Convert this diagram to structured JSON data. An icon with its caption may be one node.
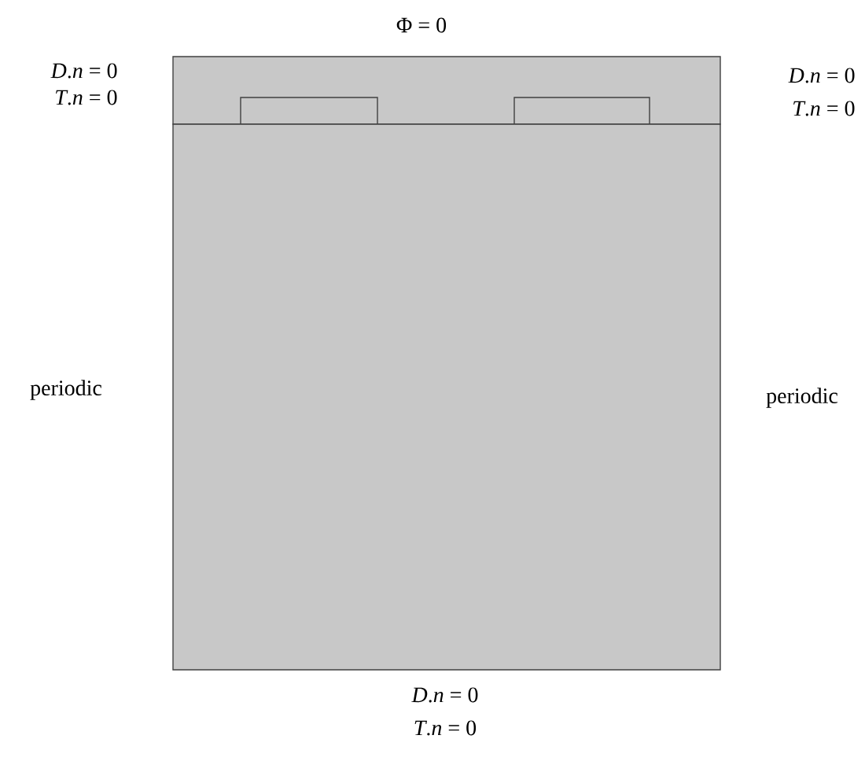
{
  "diagram": {
    "nodes": [
      {
        "text": [],
        "shape": "box"
      },
      {
        "text": [],
        "shape": "box",
        "in": 0
      },
      {
        "text": [],
        "shape": "box",
        "in": 0
      },
      {
        "text": [],
        "shape": "box"
      }
    ],
    "labels": [
      "Φ = 0",
      "*D*.*n* = 0",
      "*T*.*n* = 0",
      "*D*.*n* = 0",
      "*T*.*n* = 0",
      "periodic",
      "periodic",
      "*D*.*n* = 0",
      "*T*.*n* = 0"
    ]
  }
}
